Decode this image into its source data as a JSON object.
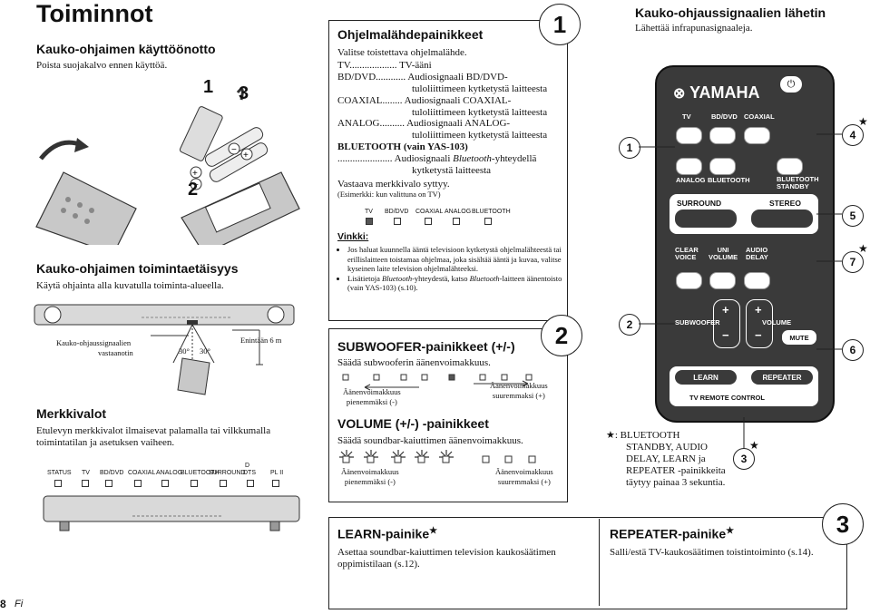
{
  "page": {
    "title": "Toiminnot",
    "page_number": "8",
    "page_lang": "Fi"
  },
  "section1": {
    "title": "Kauko-ohjaimen käyttöönotto",
    "text": "Poista suojakalvo ennen käyttöä.",
    "step_a": "1",
    "step_b": "3",
    "step_c": "2"
  },
  "section2": {
    "title": "Kauko-ohjaimen toimintaetäisyys",
    "text": "Käytä ohjainta alla kuvatulla toiminta-alueella.",
    "receiver_label_1": "Kauko-ohjaussignaalien",
    "receiver_label_2": "vastaanotin",
    "angle_left": "30°",
    "angle_right": "30°",
    "range": "Enintään 6 m"
  },
  "section3": {
    "title": "Merkkivalot",
    "text": "Etulevyn merkkivalot ilmaisevat palamalla tai vilkkumalla toimintatilan ja asetuksen vaiheen.",
    "indicators": [
      "STATUS",
      "TV",
      "BD/DVD",
      "COAXIAL",
      "ANALOG",
      "BLUETOOTH",
      "SURROUND",
      "DTS",
      "PL II"
    ],
    "dts_prefix": "D"
  },
  "box1": {
    "number": "1",
    "title": "Ohjelmalähdepainikkeet",
    "intro": "Valitse toistettava ohjelmalähde.",
    "rows": [
      {
        "key": "TV",
        "dots": "...................",
        "value": "TV-ääni",
        "value2": ""
      },
      {
        "key": "BD/DVD",
        "dots": "............",
        "value": "Audiosignaali BD/DVD-",
        "value2": "tuloliittimeen kytketystä laitteesta"
      },
      {
        "key": "COAXIAL",
        "dots": "........",
        "value": "Audiosignaali COAXIAL-",
        "value2": "tuloliittimeen kytketystä laitteesta"
      },
      {
        "key": "ANALOG",
        "dots": "..........",
        "value": "Audiosignaali ANALOG-",
        "value2": "tuloliittimeen kytketystä laitteesta"
      }
    ],
    "bluetooth_key": "BLUETOOTH (vain YAS-103)",
    "bluetooth_dots": "......................",
    "bluetooth_value_a": "Audiosignaali ",
    "bluetooth_value_b": "Bluetooth",
    "bluetooth_value_c": "-yhteydellä",
    "bluetooth_value2": "kytketystä laitteesta",
    "lamp": "Vastaava merkkivalo syttyy.",
    "example": "(Esimerkki: kun valittuna on TV)",
    "ex_labels": [
      "TV",
      "BD/DVD",
      "COAXIAL",
      "ANALOG",
      "BLUETOOTH"
    ],
    "tips_title": "Vinkki:",
    "tip1": "Jos haluat kuunnella ääntä televisioon kytketystä ohjelmalähteestä tai erillislaitteen toistamaa ohjelmaa, joka sisältää ääntä ja kuvaa, valitse kyseinen laite television ohjelmalähteeksi.",
    "tip2_a": "Lisätietoja ",
    "tip2_b": "Bluetooth",
    "tip2_c": "-yhteydestä, katso ",
    "tip2_d": "Bluetooth",
    "tip2_e": "-laitteen äänentoisto (vain YAS-103) (s.10)."
  },
  "box2": {
    "number": "2",
    "title": "SUBWOOFER-painikkeet (+/-)",
    "text": "Säädä subwooferin äänenvoimakkuus.",
    "low_1": "Äänenvoimakkuus",
    "low_2": "pienemmäksi (-)",
    "high_1": "Äänenvoimakkuus",
    "high_2": "suuremmaksi (+)",
    "vol_title": "VOLUME (+/-) -painikkeet",
    "vol_text": "Säädä soundbar-kaiuttimen äänenvoimakkuus.",
    "vlow_1": "Äänenvoimakkuus",
    "vlow_2": "pienemmäksi (-)",
    "vhigh_1": "Äänenvoimakkuus",
    "vhigh_2": "suuremmaksi (+)"
  },
  "box3": {
    "number": "3",
    "learn_title": "LEARN-painike",
    "learn_star": "★",
    "learn_text": "Asettaa soundbar-kaiuttimen television kaukosäätimen oppimistilaan (s.12).",
    "rep_title": "REPEATER-painike",
    "rep_star": "★",
    "rep_text": "Salli/estä TV-kaukosäätimen toistintoiminto (s.14)."
  },
  "remote": {
    "title": "Kauko-ohjaussignaalien lähetin",
    "subtitle": "Lähettää infrapunasignaaleja.",
    "brand": "YAMAHA",
    "brand_mark": "⊗",
    "src_row1": [
      "TV",
      "BD/DVD",
      "COAXIAL"
    ],
    "src_row2": [
      "ANALOG",
      "BLUETOOTH"
    ],
    "bt_standby_1": "BLUETOOTH",
    "bt_standby_2": "STANDBY",
    "surround": "SURROUND",
    "stereo": "STEREO",
    "clear_1": "CLEAR",
    "clear_2": "VOICE",
    "uni_1": "UNI",
    "uni_2": "VOLUME",
    "audio_1": "AUDIO",
    "audio_2": "DELAY",
    "subwoofer": "SUBWOOFER",
    "volume": "VOLUME",
    "mute": "MUTE",
    "plus": "+",
    "minus": "−",
    "learn": "LEARN",
    "repeater": "REPEATER",
    "tv_control": "TV REMOTE CONTROL",
    "callouts": {
      "c1": "1",
      "c2": "2",
      "c3": "3",
      "c4": "4",
      "c5": "5",
      "c6": "6",
      "c7": "7"
    },
    "star": "★",
    "note_star": "★:",
    "note_1": "BLUETOOTH",
    "note_2": "STANDBY, AUDIO",
    "note_3": "DELAY, LEARN ja",
    "note_4": "REPEATER -painikkeita",
    "note_5": "täytyy painaa 3 sekuntia."
  }
}
